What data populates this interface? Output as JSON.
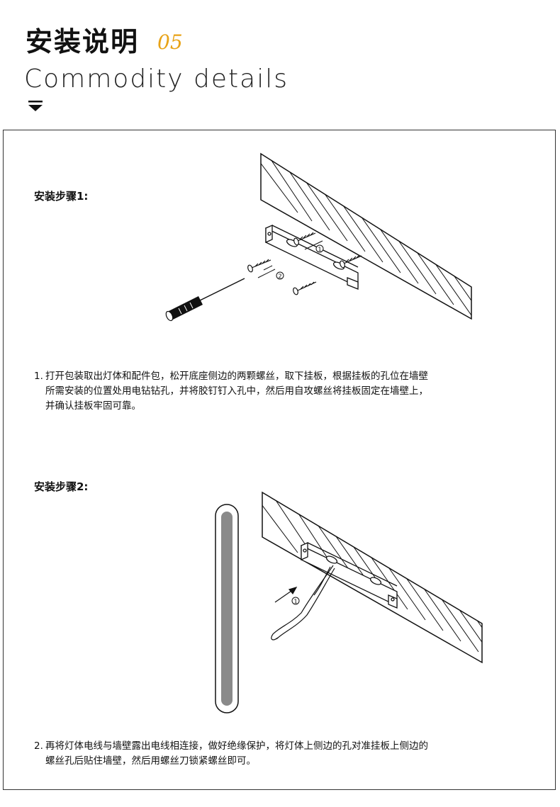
{
  "header": {
    "title": "安装说明",
    "number": "05",
    "subtitle": "Commodity  details"
  },
  "step1": {
    "title": "安装步骤1:",
    "marker_1": "1",
    "marker_2": "2",
    "number": "1.",
    "lines": [
      "打开包装取出灯体和配件包，松开底座侧边的两颗螺丝，取下挂板，根据挂板的孔位在墙壁",
      "所需安装的位置处用电钻钻孔，并将胶钉钉入孔中，然后用自攻螺丝将挂板固定在墙壁上，",
      "并确认挂板牢固可靠。"
    ]
  },
  "step2": {
    "title": "安装步骤2:",
    "marker_1": "1",
    "number": "2.",
    "lines": [
      "再将灯体电线与墙壁露出电线相连接，做好绝缘保护，将灯体上侧边的孔对准挂板上侧边的",
      "螺丝孔后贴住墙壁，然后用螺丝刀锁紧螺丝即可。"
    ]
  },
  "colors": {
    "accent": "#e8a317",
    "lamp_tube": "#8a8a8a"
  }
}
